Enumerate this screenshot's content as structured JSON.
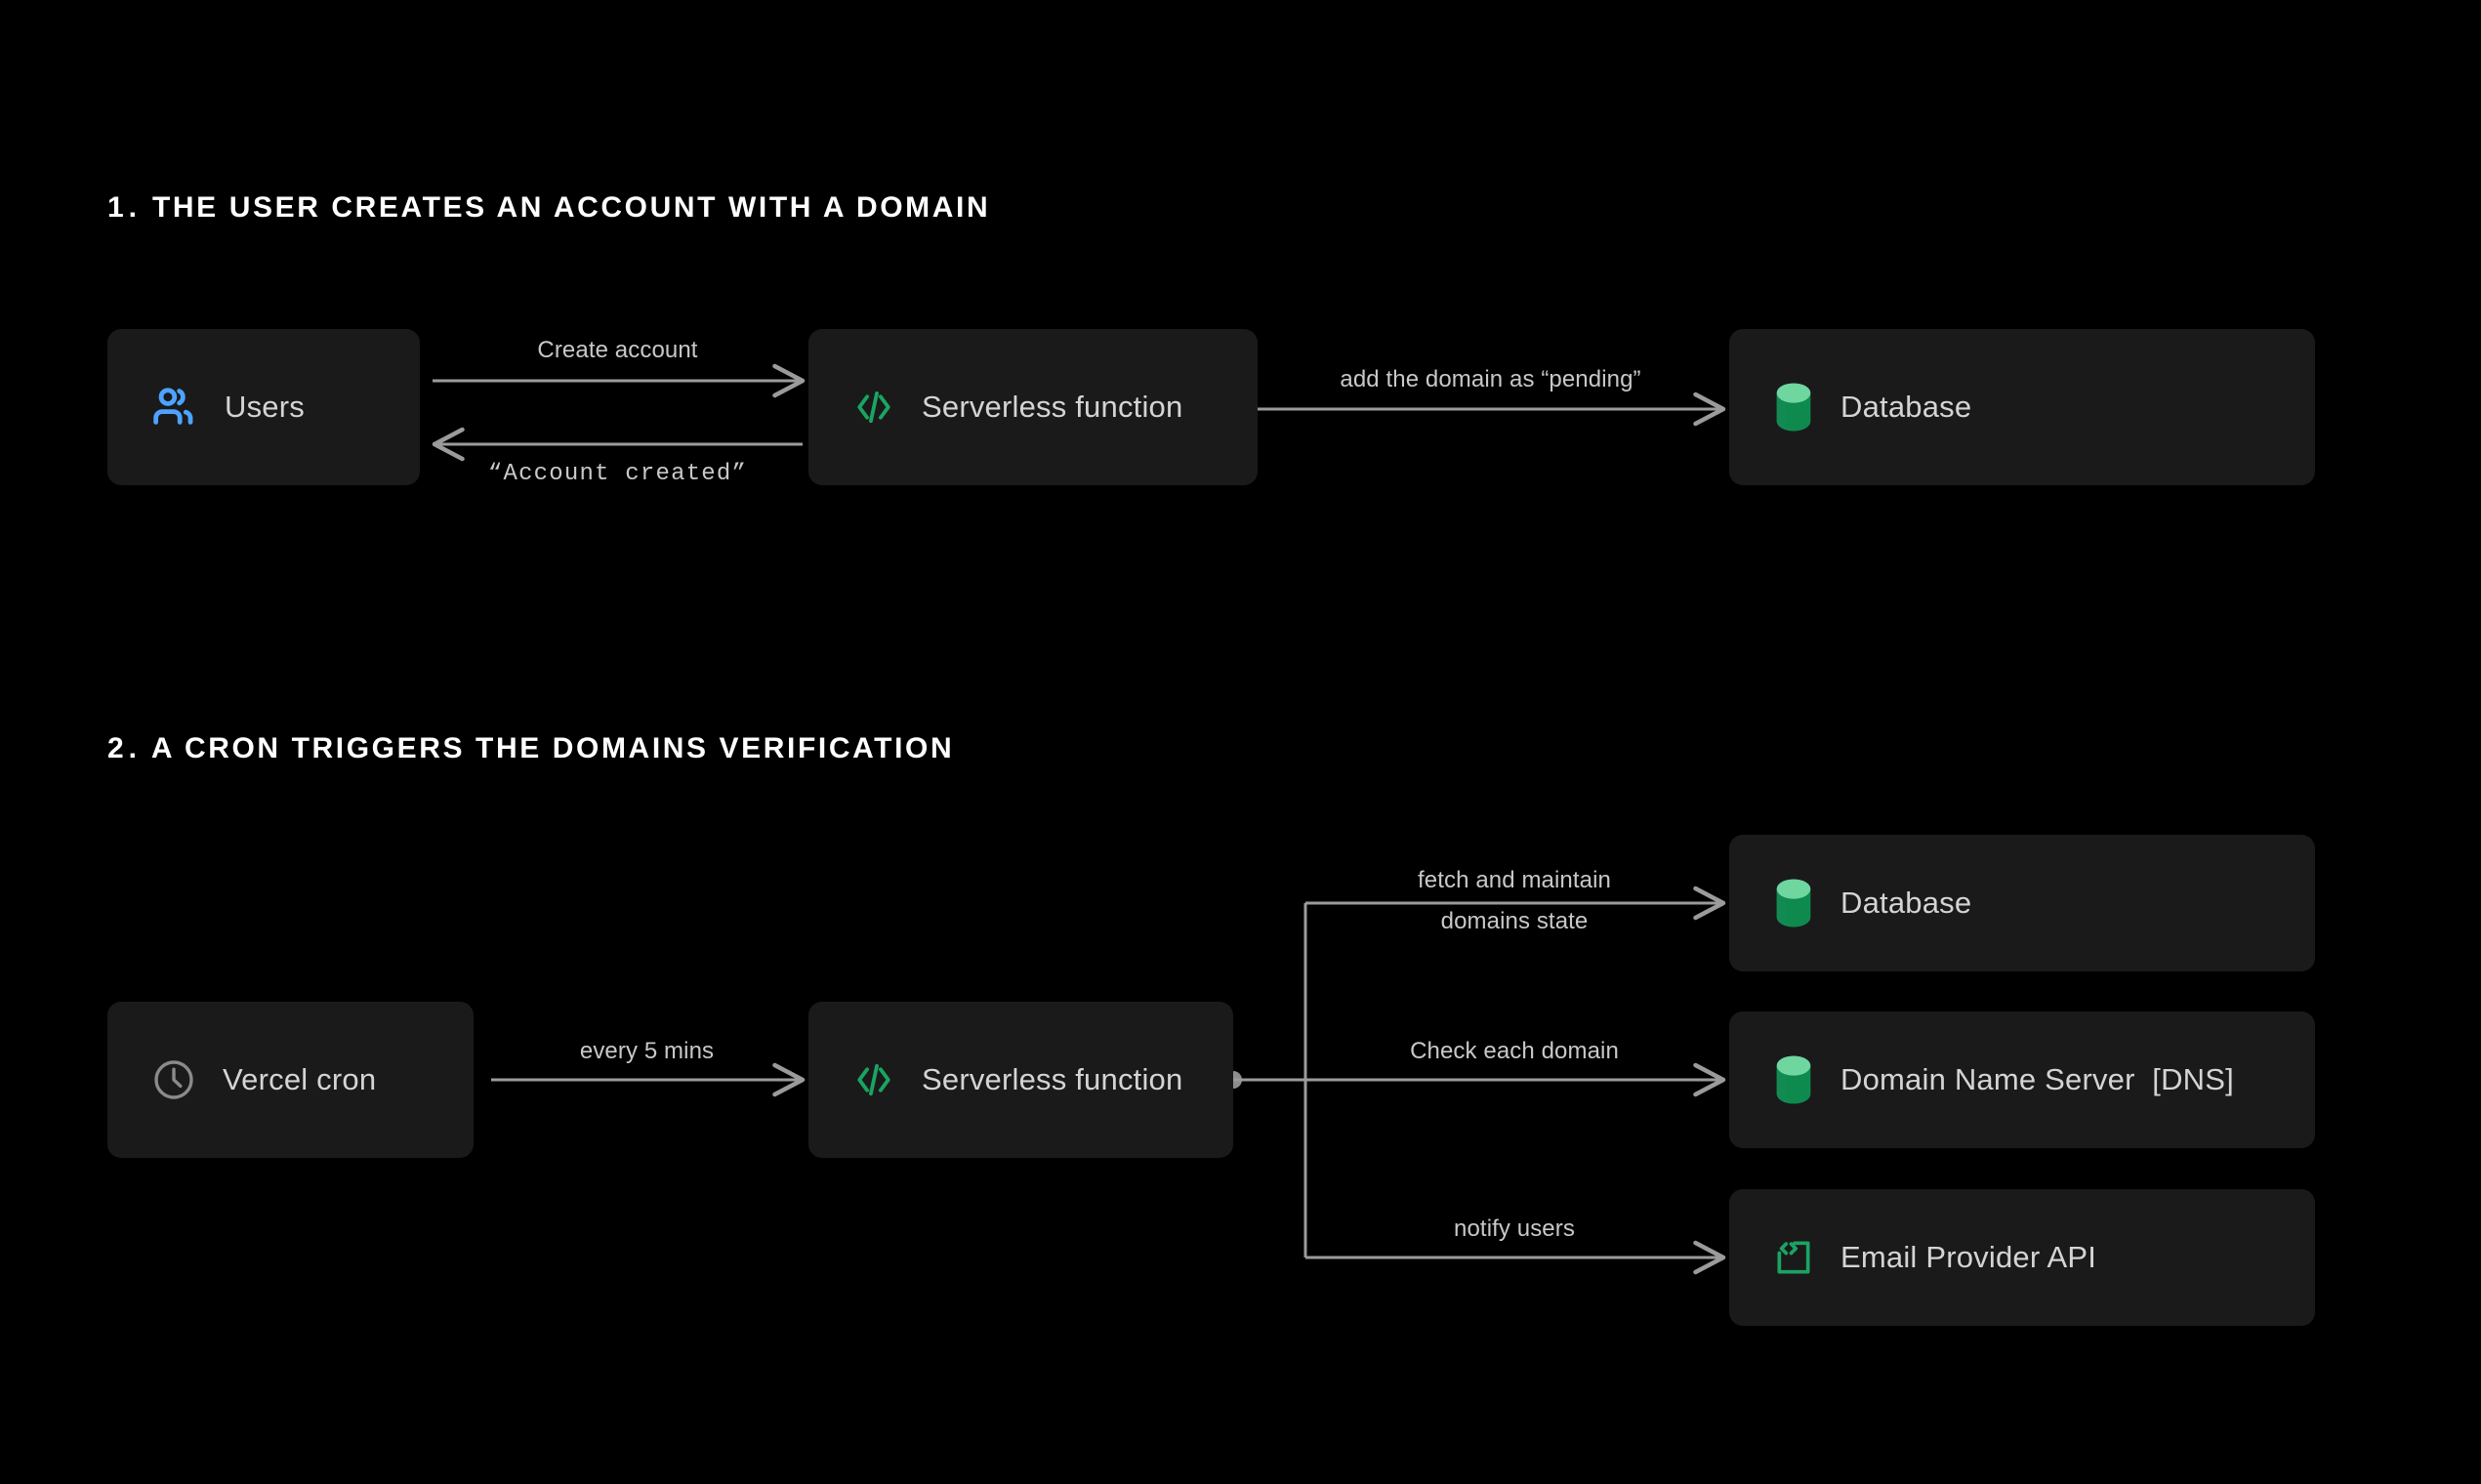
{
  "page": {
    "background": "#000000",
    "box_color": "#1a1a1a",
    "line_color": "#9b9b9b",
    "text_color": "#d4d4d4",
    "heading_color": "#ffffff",
    "accent_green": "#19a463",
    "accent_blue": "#4da3ff"
  },
  "sections": [
    {
      "number": "1.",
      "title": "THE USER CREATES AN ACCOUNT WITH A DOMAIN"
    },
    {
      "number": "2.",
      "title": "A CRON TRIGGERS THE DOMAINS VERIFICATION"
    }
  ],
  "section1": {
    "nodes": {
      "users": {
        "label": "Users",
        "icon": "users-icon",
        "icon_color": "#4da3ff"
      },
      "serverless": {
        "label": "Serverless function",
        "icon": "code-brackets-icon",
        "icon_color": "#19a463"
      },
      "database": {
        "label": "Database",
        "icon": "database-cylinder-icon",
        "icon_color": "#19a463"
      }
    },
    "edges": {
      "create_account": "Create account",
      "account_created": "“Account created”",
      "add_domain_pending": "add the domain as “pending”"
    }
  },
  "section2": {
    "nodes": {
      "cron": {
        "label": "Vercel cron",
        "icon": "clock-icon",
        "icon_color": "#8a8a8a"
      },
      "serverless": {
        "label": "Serverless function",
        "icon": "code-brackets-icon",
        "icon_color": "#19a463"
      },
      "database": {
        "label": "Database",
        "icon": "database-cylinder-icon",
        "icon_color": "#19a463"
      },
      "dns": {
        "label": "Domain Name Server  [DNS]",
        "icon": "database-cylinder-icon",
        "icon_color": "#19a463"
      },
      "email": {
        "label": "Email Provider API",
        "icon": "code-block-icon",
        "icon_color": "#19a463"
      }
    },
    "edges": {
      "every_5_mins": "every 5 mins",
      "fetch_maintain_line1": "fetch and maintain",
      "fetch_maintain_line2": "domains state",
      "check_each_domain": "Check each domain",
      "notify_users": "notify users"
    }
  }
}
